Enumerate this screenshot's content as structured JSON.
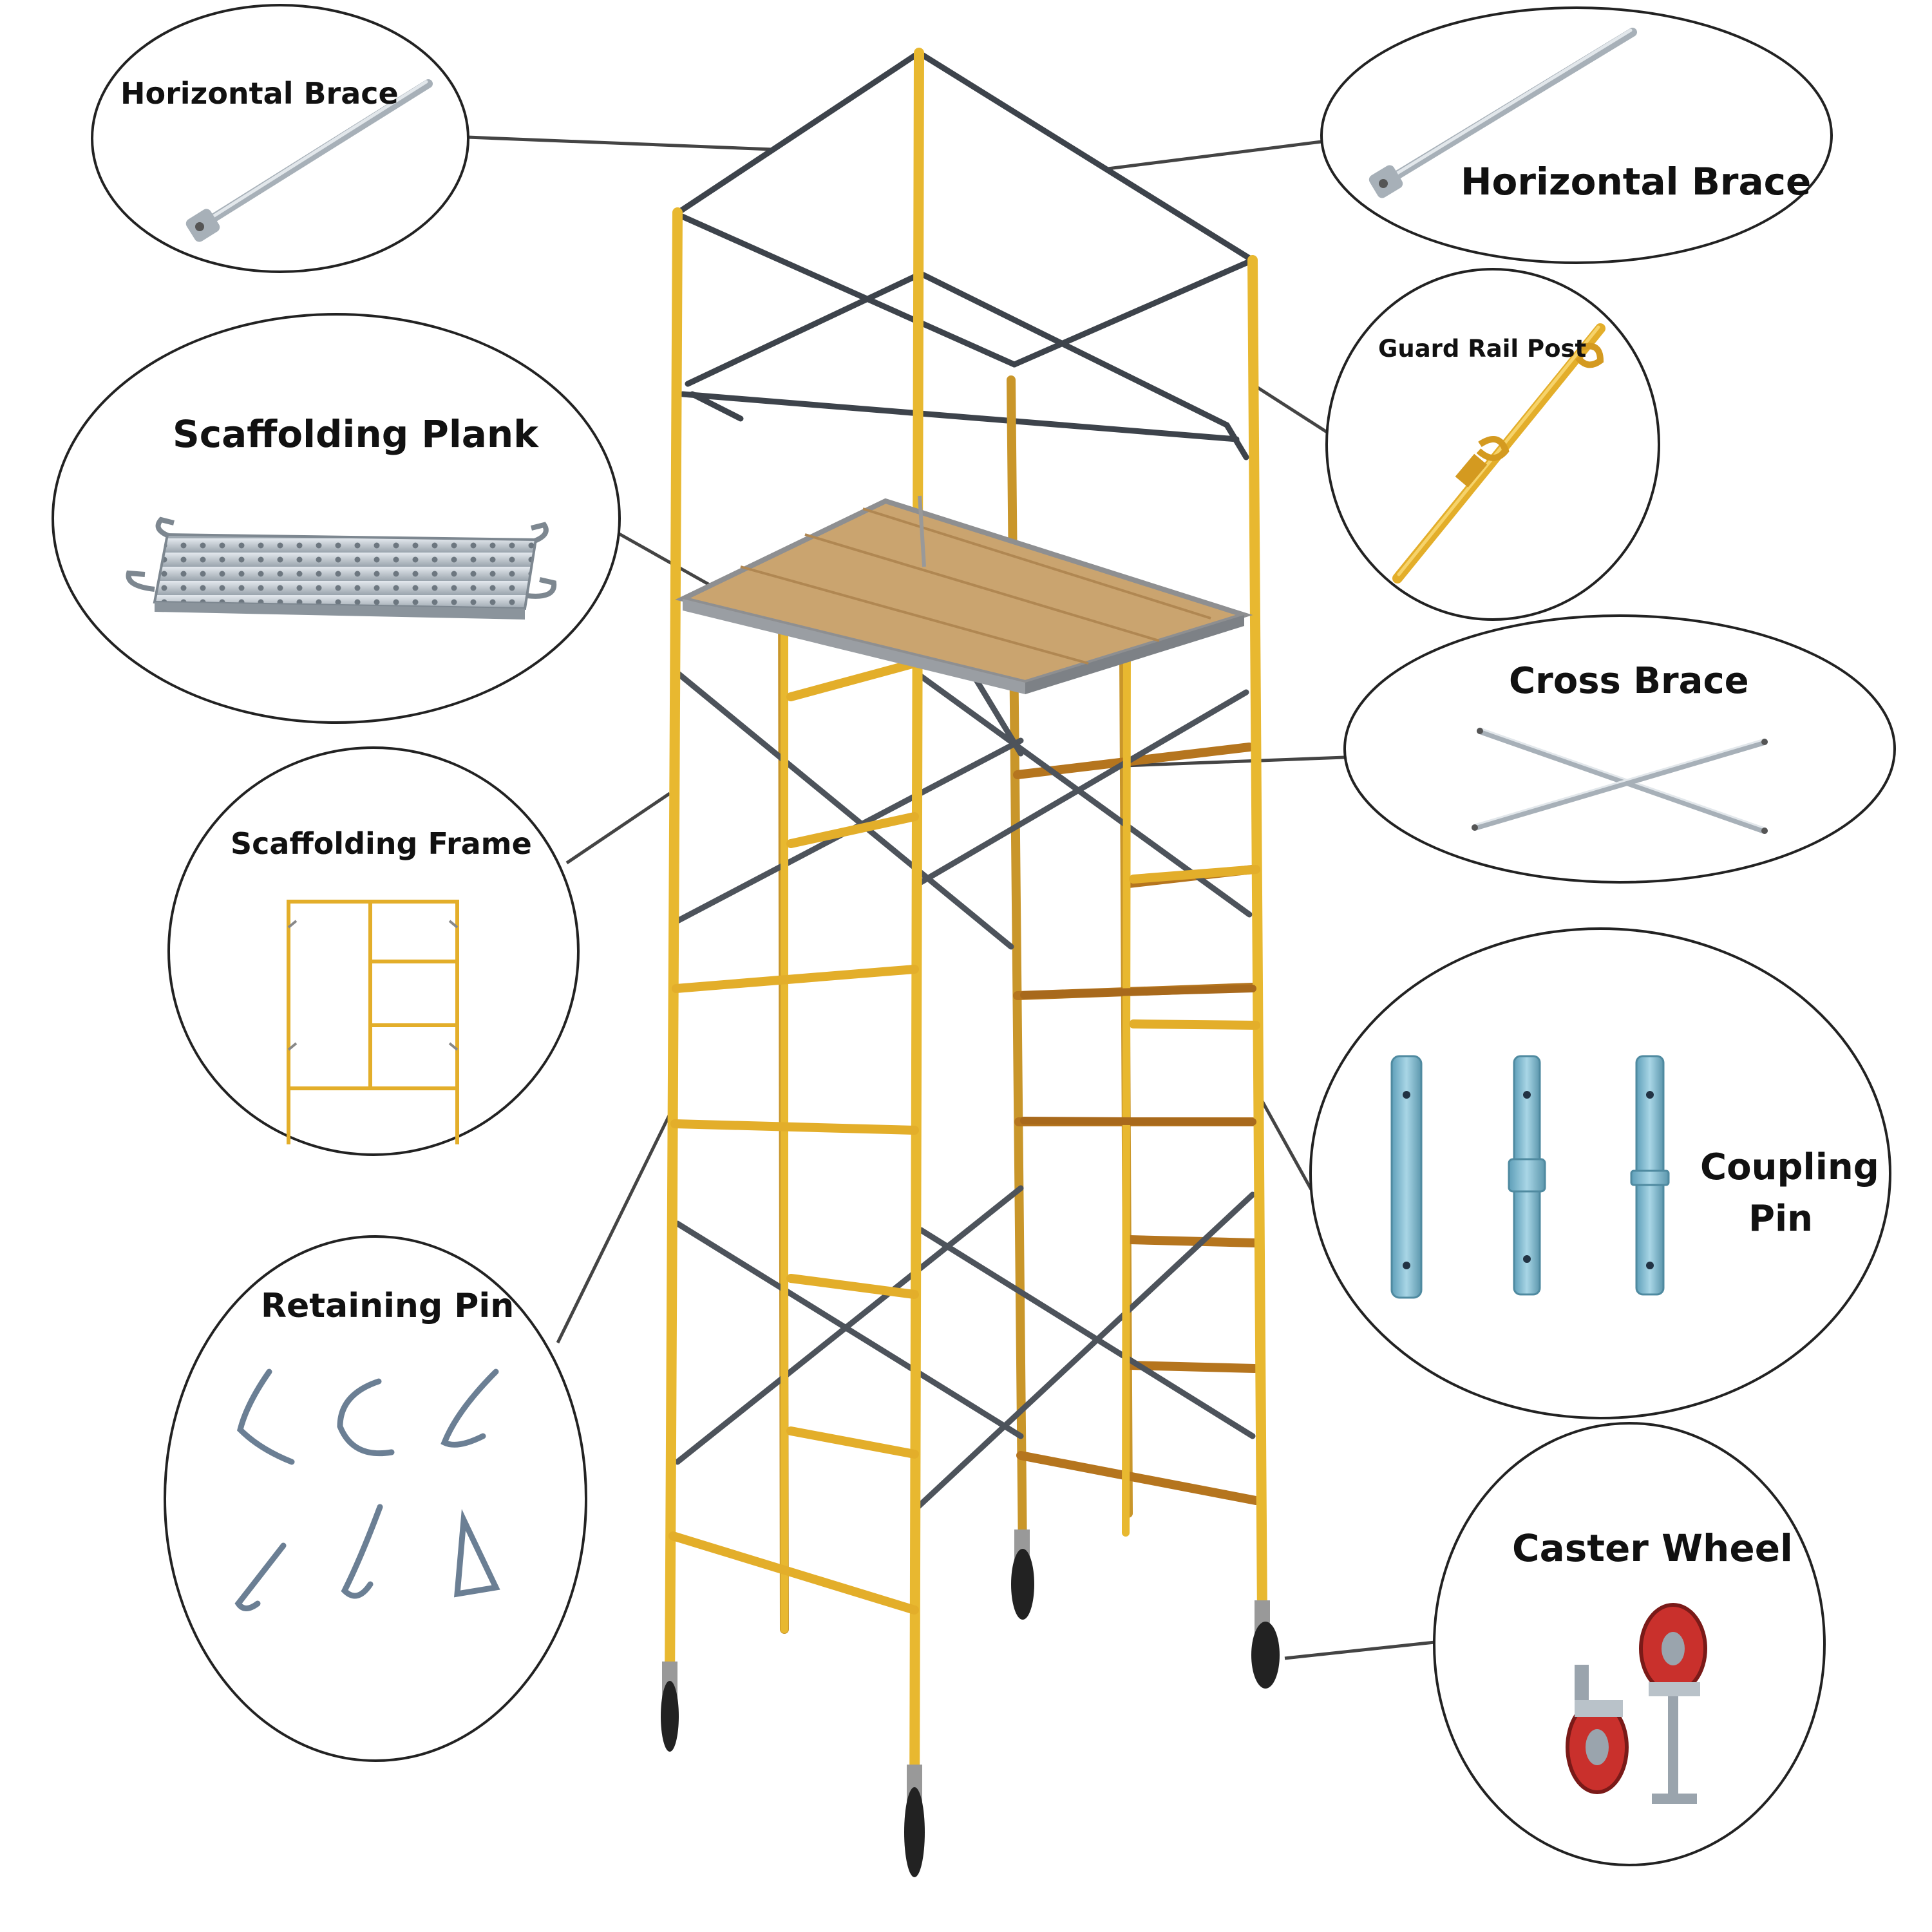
{
  "callouts": {
    "horizontal_brace_left": "Horizontal Brace",
    "horizontal_brace_right": "Horizontal Brace",
    "guard_rail_post": "Guard Rail Post",
    "scaffolding_plank": "Scaffolding Plank",
    "cross_brace": "Cross Brace",
    "scaffolding_frame": "Scaffolding Frame",
    "coupling_pin_line1": "Coupling",
    "coupling_pin_line2": "Pin",
    "retaining_pin": "Retaining Pin",
    "caster_wheel": "Caster Wheel"
  },
  "colors": {
    "frame_yellow": "#E8B830",
    "brace_gray": "#4a4f57",
    "steel": "#b9c2c9",
    "coupling_blue": "#7fb9cf",
    "wheel_red": "#c9302c",
    "outline": "#222222"
  }
}
